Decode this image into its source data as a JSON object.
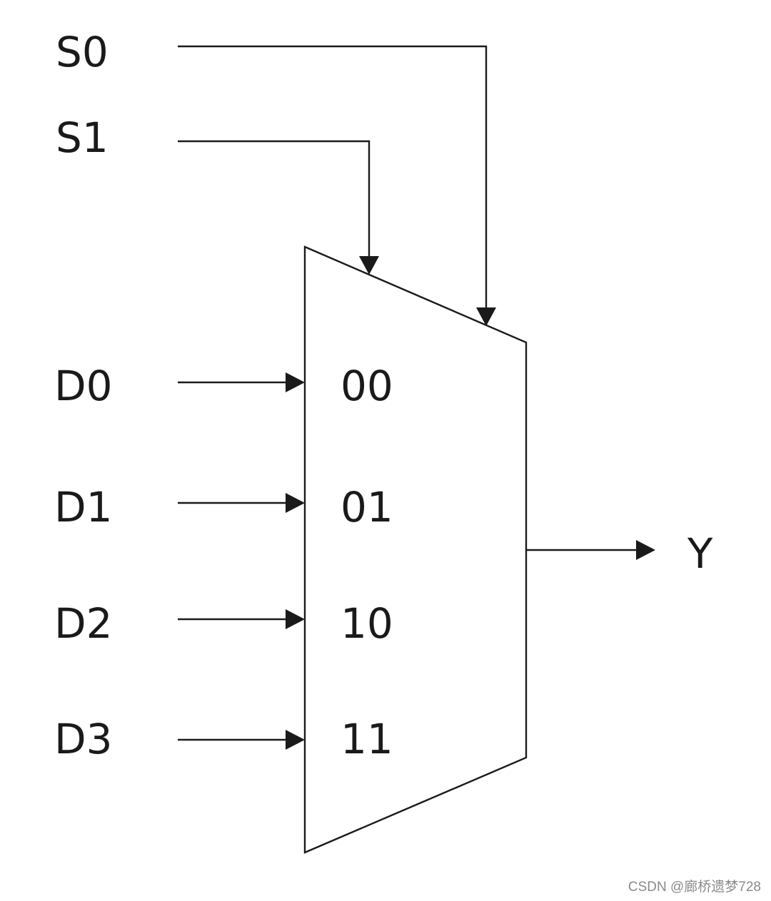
{
  "diagram": {
    "select_inputs": [
      {
        "id": "s0",
        "label": "S0"
      },
      {
        "id": "s1",
        "label": "S1"
      }
    ],
    "data_inputs": [
      {
        "id": "d0",
        "label": "D0",
        "code": "00"
      },
      {
        "id": "d1",
        "label": "D1",
        "code": "01"
      },
      {
        "id": "d2",
        "label": "D2",
        "code": "10"
      },
      {
        "id": "d3",
        "label": "D3",
        "code": "11"
      }
    ],
    "output": {
      "label": "Y"
    },
    "line_color": "#1a1a1a",
    "background": "#ffffff"
  },
  "watermark": {
    "text": "CSDN @廊桥遗梦728",
    "color": "#8a8a8a"
  }
}
